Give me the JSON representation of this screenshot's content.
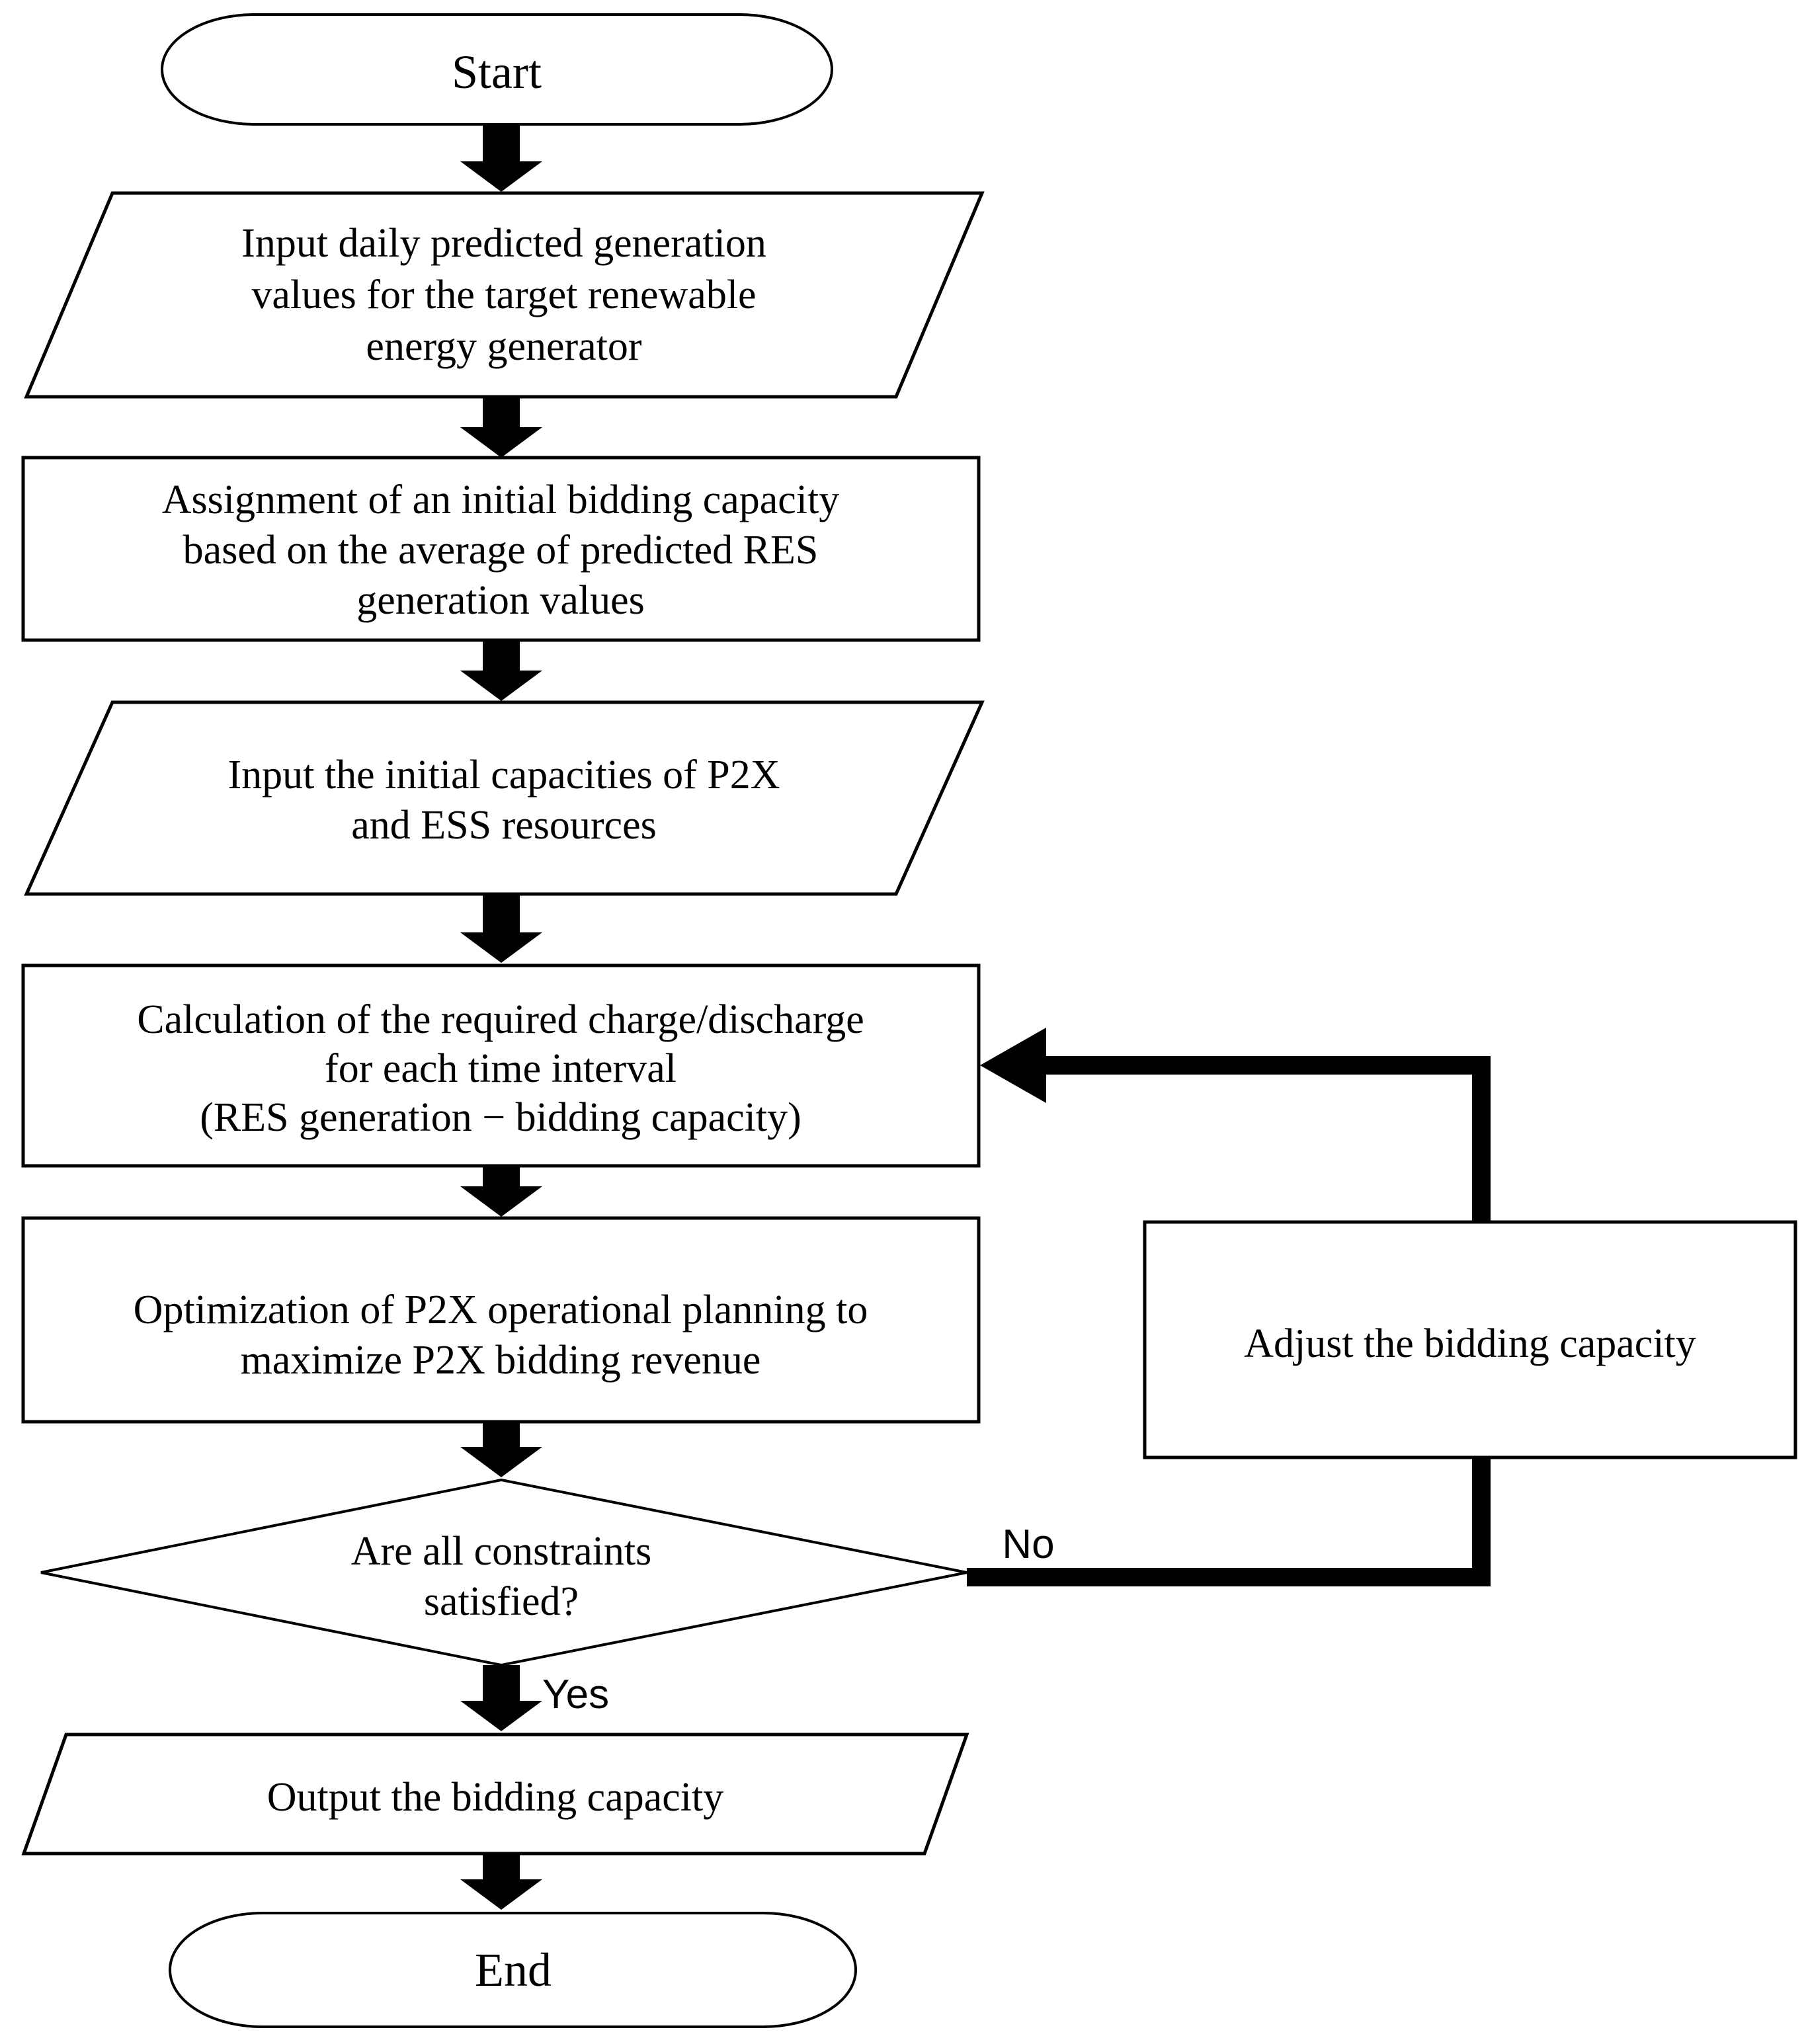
{
  "diagram": {
    "type": "flowchart",
    "background_color": "#ffffff",
    "stroke_color": "#000000",
    "text_color": "#000000",
    "nodes": {
      "start": {
        "shape": "terminator",
        "label": "Start"
      },
      "input_generation": {
        "shape": "parallelogram-input",
        "label": "Input daily predicted generation values for the target renewable energy generator",
        "lines": [
          "Input daily predicted generation",
          "values for the target renewable",
          "energy generator"
        ]
      },
      "assign_capacity": {
        "shape": "process",
        "label": "Assignment of an initial bidding capacity based on the average of predicted RES generation values",
        "lines": [
          "Assignment of an initial bidding capacity",
          "based on the average of predicted RES",
          "generation values"
        ]
      },
      "input_capacities": {
        "shape": "parallelogram-input",
        "label": "Input the initial capacities of P2X and ESS resources",
        "lines": [
          "Input the initial capacities of P2X",
          "and ESS resources"
        ]
      },
      "calc_charge": {
        "shape": "process",
        "label": "Calculation of the required charge/discharge for each time interval (RES generation − bidding capacity)",
        "lines": [
          "Calculation of the required charge/discharge",
          "for each time interval",
          "(RES generation − bidding capacity)"
        ]
      },
      "optimize": {
        "shape": "process",
        "label": "Optimization of P2X operational planning to maximize P2X bidding revenue",
        "lines": [
          "Optimization of P2X operational planning to",
          "maximize P2X bidding revenue"
        ]
      },
      "constraints_check": {
        "shape": "decision",
        "label": "Are all constraints satisfied?",
        "lines": [
          "Are all constraints",
          "satisfied?"
        ]
      },
      "adjust_capacity": {
        "shape": "process",
        "label": "Adjust the bidding capacity"
      },
      "output_capacity": {
        "shape": "parallelogram-output",
        "label": "Output the bidding capacity"
      },
      "end": {
        "shape": "terminator",
        "label": "End"
      }
    },
    "edges": {
      "yes_label": "Yes",
      "no_label": "No"
    }
  }
}
